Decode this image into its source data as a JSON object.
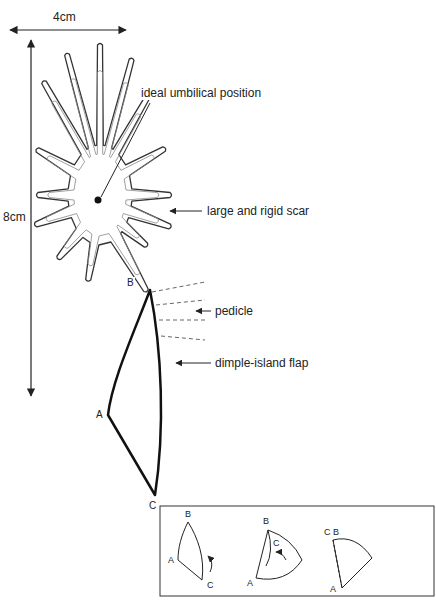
{
  "diagram": {
    "labels": [
      "4cm",
      "8cm",
      "ideal umbilical position",
      "large and rigid scar",
      "B",
      "pedicle",
      "A",
      "dimple-island flap",
      "C",
      "B",
      "A",
      "C",
      "B",
      "C",
      "A",
      "C",
      "B",
      "A"
    ]
  }
}
